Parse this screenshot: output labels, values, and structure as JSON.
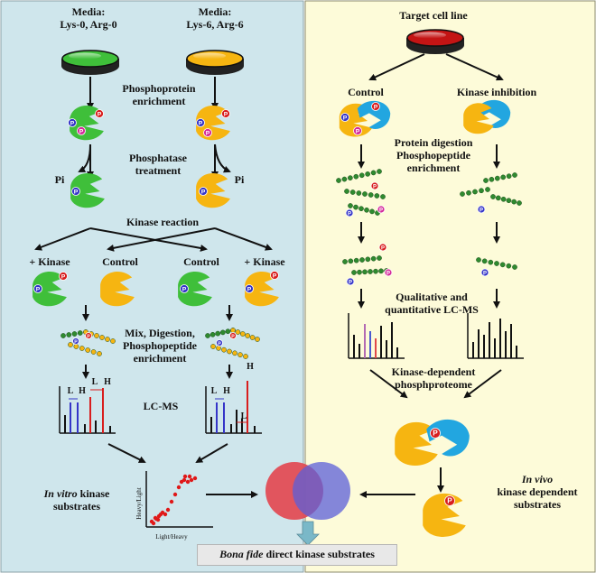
{
  "left_panel": {
    "media_light": [
      "Media:",
      "Lys-0, Arg-0"
    ],
    "media_heavy": [
      "Media:",
      "Lys-6, Arg-6"
    ],
    "phosphoprotein_enrichment": [
      "Phosphoprotein",
      "enrichment"
    ],
    "phosphatase_treatment": [
      "Phosphatase",
      "treatment"
    ],
    "pi_left": "Pi",
    "pi_right": "Pi",
    "kinase_reaction": "Kinase reaction",
    "plus_kinase_left": "+ Kinase",
    "control_left": "Control",
    "control_right": "Control",
    "plus_kinase_right": "+ Kinase",
    "mix_digestion": [
      "Mix, Digestion,",
      "Phosphopeptide",
      "enrichment"
    ],
    "lcms": "LC-MS",
    "peak_labels": {
      "light": "L",
      "heavy": "H"
    },
    "in_vitro": {
      "italic": "In vitro",
      "rest": " kinase",
      "line2": "substrates"
    },
    "scatter_ylabel": "Heavy/Light",
    "scatter_xlabel": "Light/Heavy"
  },
  "right_panel": {
    "target_cell_line": "Target cell line",
    "control": "Control",
    "kinase_inhibition": "Kinase inhibition",
    "protein_digestion": [
      "Protein digestion",
      "Phosphopeptide",
      "enrichment"
    ],
    "qual_quant": [
      "Qualitative and",
      "quantitative LC-MS"
    ],
    "kinase_dependent": [
      "Kinase-dependent",
      "phosphproteome"
    ],
    "in_vivo": {
      "italic": "In vivo",
      "line2": "kinase dependent",
      "line3": "substrates"
    }
  },
  "phospho_mark": "P",
  "footer": {
    "italic": "Bona fide",
    "rest": " direct kinase substrates"
  },
  "colors": {
    "left_bg": "#cfe6ec",
    "right_bg": "#fdfbd9",
    "green": "#3fbf3a",
    "yellow": "#f6b511",
    "blue": "#22a6e0",
    "red_dish": "#c41414",
    "p_blue": "#3535c8",
    "p_red": "#d81e1e",
    "p_pink": "#d42a9a",
    "peptide_green": "#2f8a2f",
    "venn_red": "#e2454f",
    "venn_blue": "#5b5fd8",
    "arrow_light": "#7ab8c8"
  }
}
